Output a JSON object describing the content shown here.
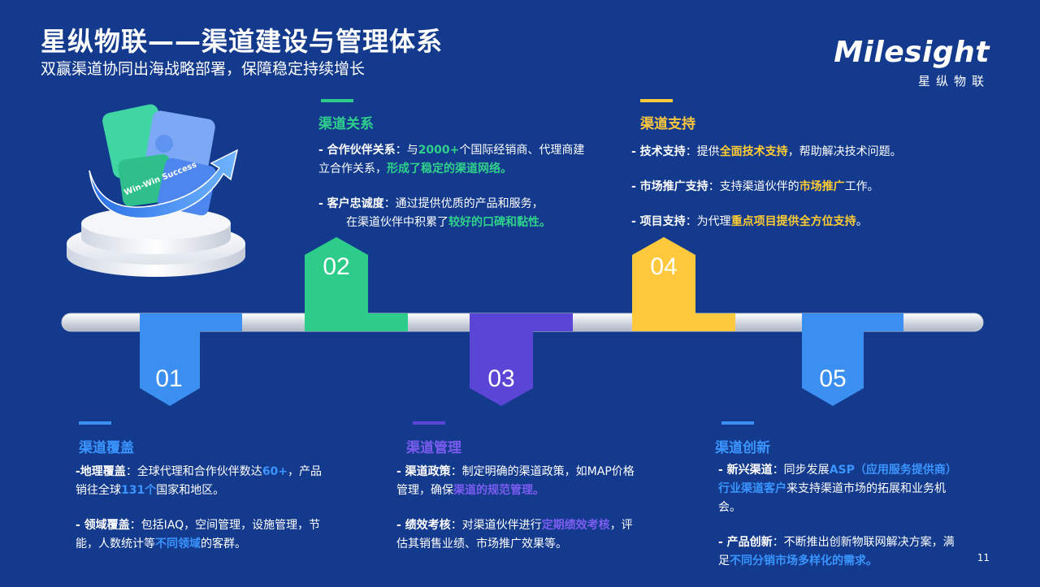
{
  "header": {
    "title": "星纵物联——渠道建设与管理体系",
    "subtitle": "双赢渠道协同出海战略部署，保障稳定持续增长"
  },
  "logo": {
    "wordmark": "Milesight",
    "cn": "星纵物联"
  },
  "illustration": {
    "ribbon_text": "Win-Win Success"
  },
  "timeline": {
    "colors": {
      "blue": "#3b8ff0",
      "green": "#2ecc8a",
      "purple": "#5b45d6",
      "yellow": "#ffc83d",
      "pipe": "#d8dde6"
    },
    "steps": [
      {
        "num": "01",
        "title": "渠道覆盖"
      },
      {
        "num": "02",
        "title": "渠道关系"
      },
      {
        "num": "03",
        "title": "渠道管理"
      },
      {
        "num": "04",
        "title": "渠道支持"
      },
      {
        "num": "05",
        "title": "渠道创新"
      }
    ]
  },
  "sec01": {
    "p1": {
      "label": "-地理覆盖",
      "a": "：全球代理和合作伙伴数达",
      "h1": "60+",
      "b": "，产品销往全球",
      "h2": "131个",
      "c": "国家和地区。"
    },
    "p2": {
      "label": "- 领域覆盖",
      "a": "：包括IAQ，空间管理，设施管理，节能，人数统计等",
      "h": "不同领域",
      "b": "的客群。"
    }
  },
  "sec02": {
    "p1": {
      "label": "- 合作伙伴关系",
      "a": "：与",
      "h1": "2000+",
      "b": "个国际经销商、代理商建立合作关系，",
      "h2": "形成了稳定的渠道网络。"
    },
    "p2": {
      "label": "- 客户忠诚度",
      "a": "：通过提供优质的产品和服务，",
      "b": "在渠道伙伴中积累了",
      "h": "较好的口碑和黏性。"
    }
  },
  "sec03": {
    "p1": {
      "label": "- 渠道政策",
      "a": "：制定明确的渠道政策，如MAP价格管理，确保",
      "h": "渠道的规范管理。"
    },
    "p2": {
      "label": "- 绩效考核",
      "a": "：对渠道伙伴进行",
      "h": "定期绩效考核",
      "b": "，评估其销售业绩、市场推广效果等。"
    }
  },
  "sec04": {
    "p1": {
      "label": "- 技术支持",
      "a": "：提供",
      "h": "全面技术支持",
      "b": "，帮助解决技术问题。"
    },
    "p2": {
      "label": "- 市场推广支持",
      "a": "：支持渠道伙伴的",
      "h": "市场推广",
      "b": "工作。"
    },
    "p3": {
      "label": "- 项目支持",
      "a": "：为代理",
      "h": "重点项目提供全方位支持",
      "b": "。"
    }
  },
  "sec05": {
    "p1": {
      "label": "- 新兴渠道",
      "a": "：同步发展",
      "h": "ASP（应用服务提供商）行业渠道客户",
      "b": "来支持渠道市场的拓展和业务机会。"
    },
    "p2": {
      "label": "- 产品创新",
      "a": "：不断推出创新物联网解决方案，满足",
      "h": "不同分销市场多样化的需求。"
    }
  },
  "page_number": "11"
}
